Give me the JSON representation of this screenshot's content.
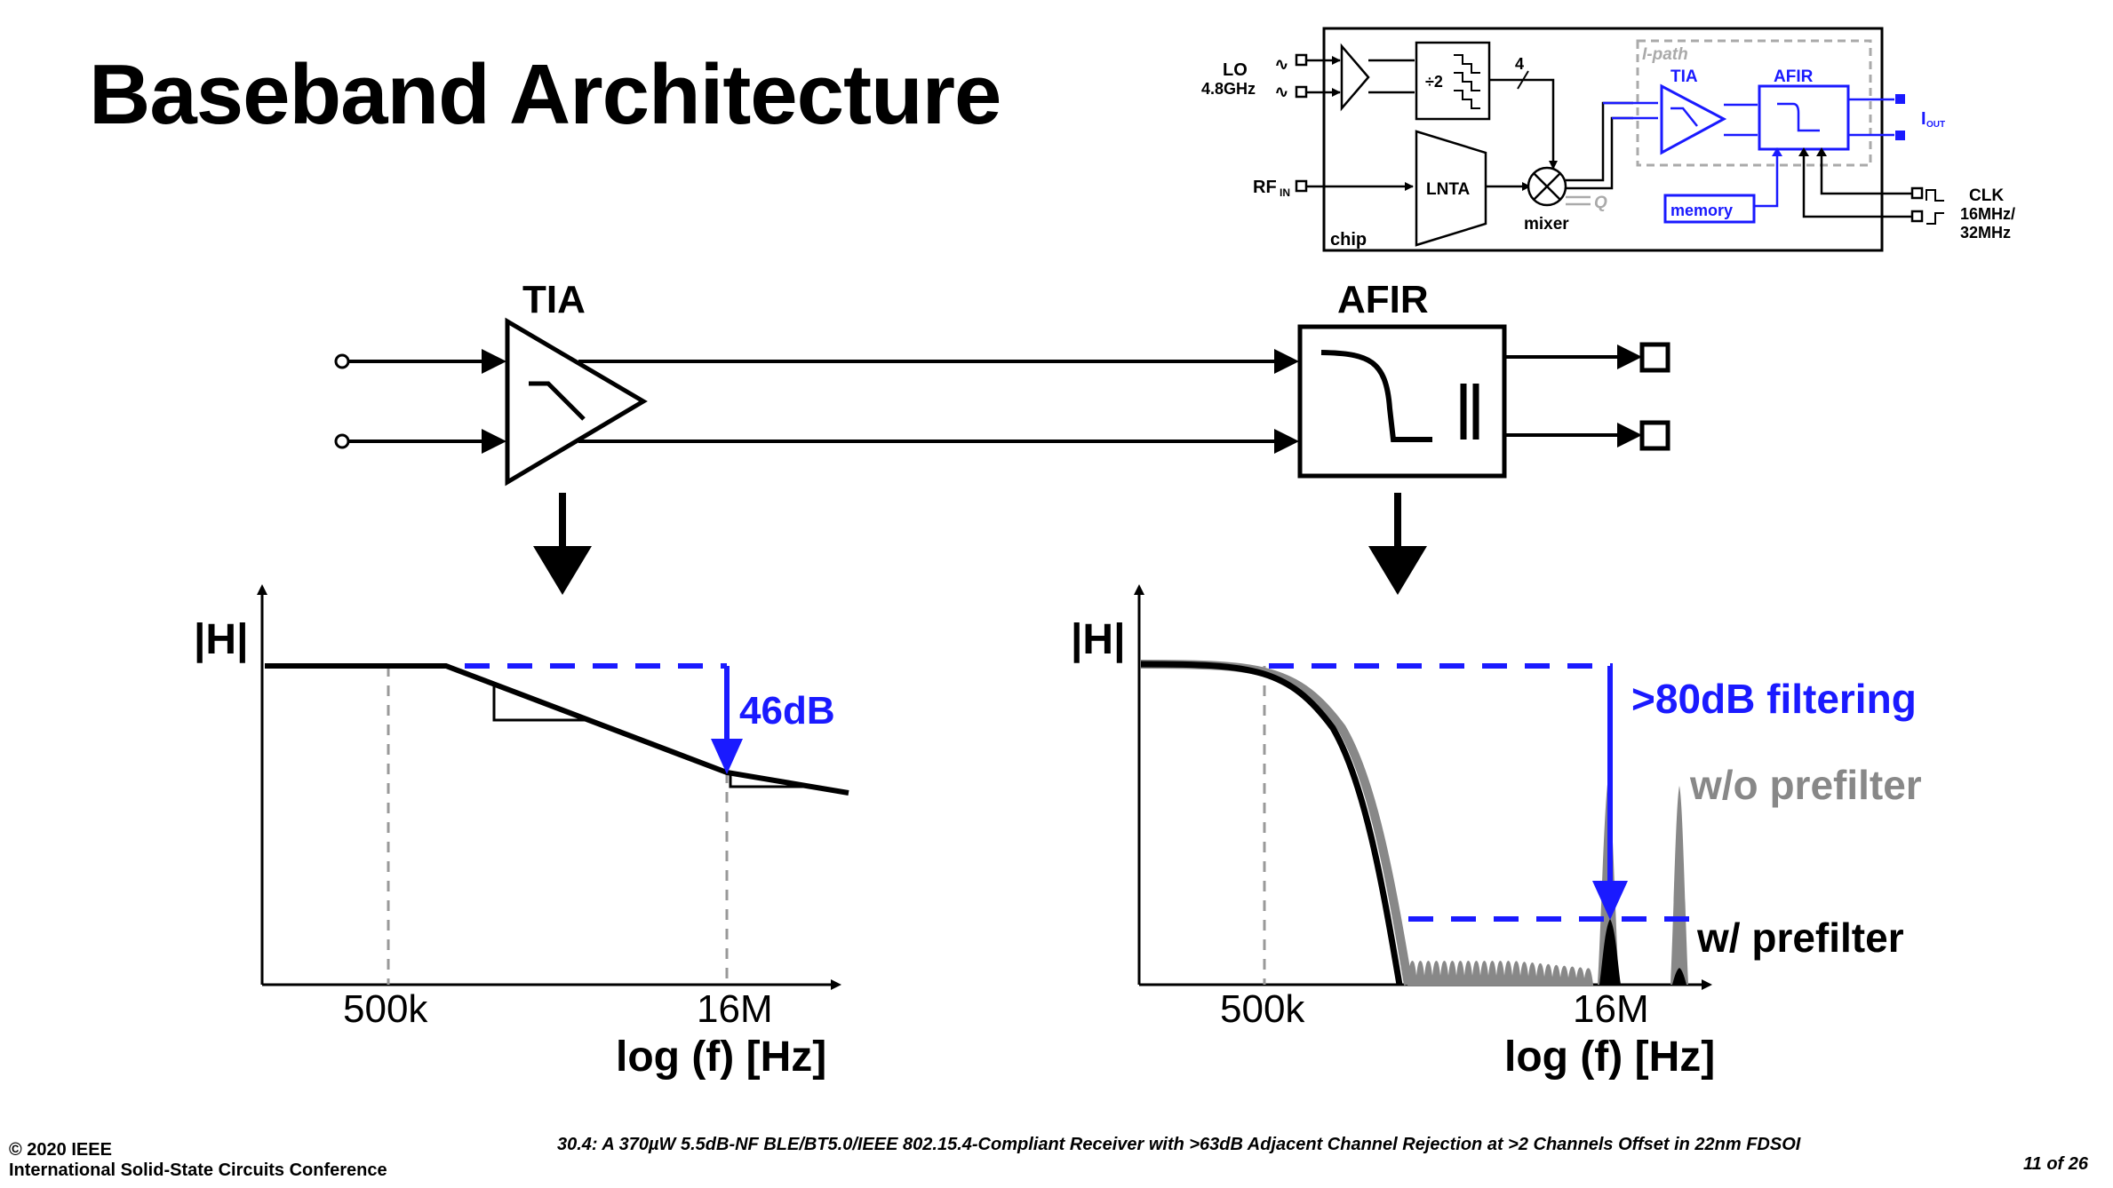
{
  "title": "Baseband Architecture",
  "inset": {
    "lo_label": "LO",
    "lo_freq": "4.8GHz",
    "div2": "÷2",
    "bus_width": "4",
    "ipath": "I-path",
    "tia": "TIA",
    "afir": "AFIR",
    "iout": "I",
    "iout_sub": "OUT",
    "rf_label": "RF",
    "rf_sub": "IN",
    "lnta": "LNTA",
    "q_label": "Q",
    "mixer": "mixer",
    "memory": "memory",
    "clk": "CLK",
    "clk_freq1": "16MHz/",
    "clk_freq2": "32MHz",
    "chip": "chip",
    "accent_color": "#1a1aff",
    "dash_color": "#aaaaaa"
  },
  "main": {
    "tia_label": "TIA",
    "afir_label": "AFIR"
  },
  "tia_plot": {
    "ylabel": "|H|",
    "xtick_1": "500k",
    "xtick_2": "16M",
    "xlabel": "log (f) [Hz]",
    "annotation": "46dB"
  },
  "afir_plot": {
    "ylabel": "|H|",
    "xtick_1": "500k",
    "xtick_2": "16M",
    "xlabel": "log (f) [Hz]",
    "annotation": ">80dB filtering",
    "legend_without": "w/o prefilter",
    "legend_with": "w/ prefilter",
    "without_color": "#888888",
    "with_color": "#000000"
  },
  "footer": {
    "copyright": "© 2020 IEEE",
    "conference": "International Solid-State Circuits Conference",
    "paper": "30.4: A 370µW 5.5dB-NF BLE/BT5.0/IEEE 802.15.4-Compliant Receiver with >63dB Adjacent Channel Rejection at >2 Channels Offset in 22nm FDSOI",
    "page": "11 of 26"
  }
}
